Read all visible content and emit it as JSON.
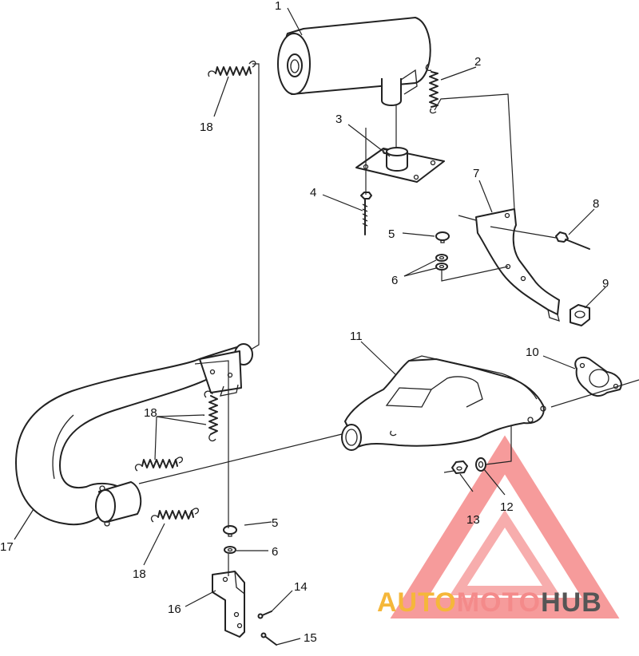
{
  "diagram": {
    "callouts": [
      "1",
      "2",
      "3",
      "4",
      "5",
      "6",
      "7",
      "8",
      "9",
      "10",
      "11",
      "12",
      "13",
      "14",
      "15",
      "16",
      "17",
      "18"
    ]
  },
  "watermark": {
    "brand_part1": "AUTO",
    "brand_part2": "MOTO",
    "brand_part3": "HUB",
    "colors": {
      "auto": "#f5b73a",
      "moto": "#f26b6b",
      "hub": "#555555",
      "triangle": "#f26b6b"
    }
  }
}
